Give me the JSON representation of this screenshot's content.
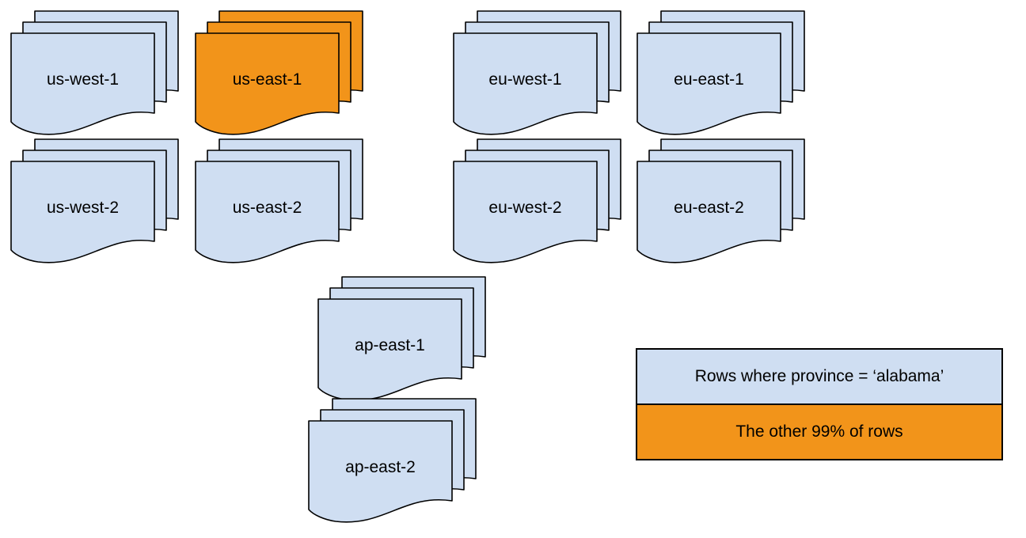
{
  "diagram": {
    "description_hint": "document stacks per cloud region"
  },
  "colors": {
    "region_fill": "#cfdef2",
    "highlight_fill": "#f2941a",
    "stroke": "#000000"
  },
  "regions": [
    {
      "label": "us-west-1",
      "highlighted": false
    },
    {
      "label": "us-east-1",
      "highlighted": true
    },
    {
      "label": "eu-west-1",
      "highlighted": false
    },
    {
      "label": "eu-east-1",
      "highlighted": false
    },
    {
      "label": "us-west-2",
      "highlighted": false
    },
    {
      "label": "us-east-2",
      "highlighted": false
    },
    {
      "label": "eu-west-2",
      "highlighted": false
    },
    {
      "label": "eu-east-2",
      "highlighted": false
    },
    {
      "label": "ap-east-1",
      "highlighted": false
    },
    {
      "label": "ap-east-2",
      "highlighted": false
    }
  ],
  "legend": {
    "items": [
      {
        "label": "Rows where province = ‘alabama’",
        "color": "#cfdef2"
      },
      {
        "label": "The other 99% of rows",
        "color": "#f2941a"
      }
    ]
  }
}
